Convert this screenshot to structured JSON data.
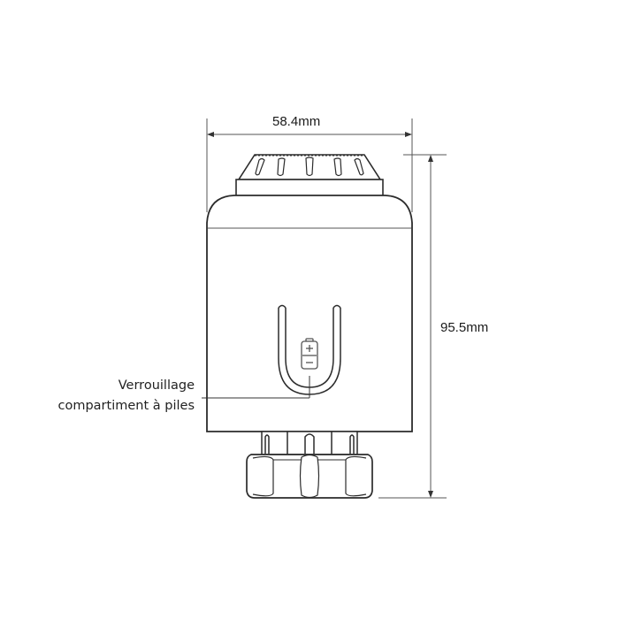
{
  "diagram": {
    "subject": "thermostatic radiator valve head",
    "dimensions": {
      "width_label": "58.4mm",
      "height_label": "95.5mm"
    },
    "callout": {
      "line1": "Verrouillage",
      "line2": "compartiment à piles"
    },
    "icons": {
      "battery": "battery-icon"
    },
    "colors": {
      "stroke": "#2b2b2b",
      "dimension_line": "#555555",
      "background": "#ffffff"
    }
  }
}
